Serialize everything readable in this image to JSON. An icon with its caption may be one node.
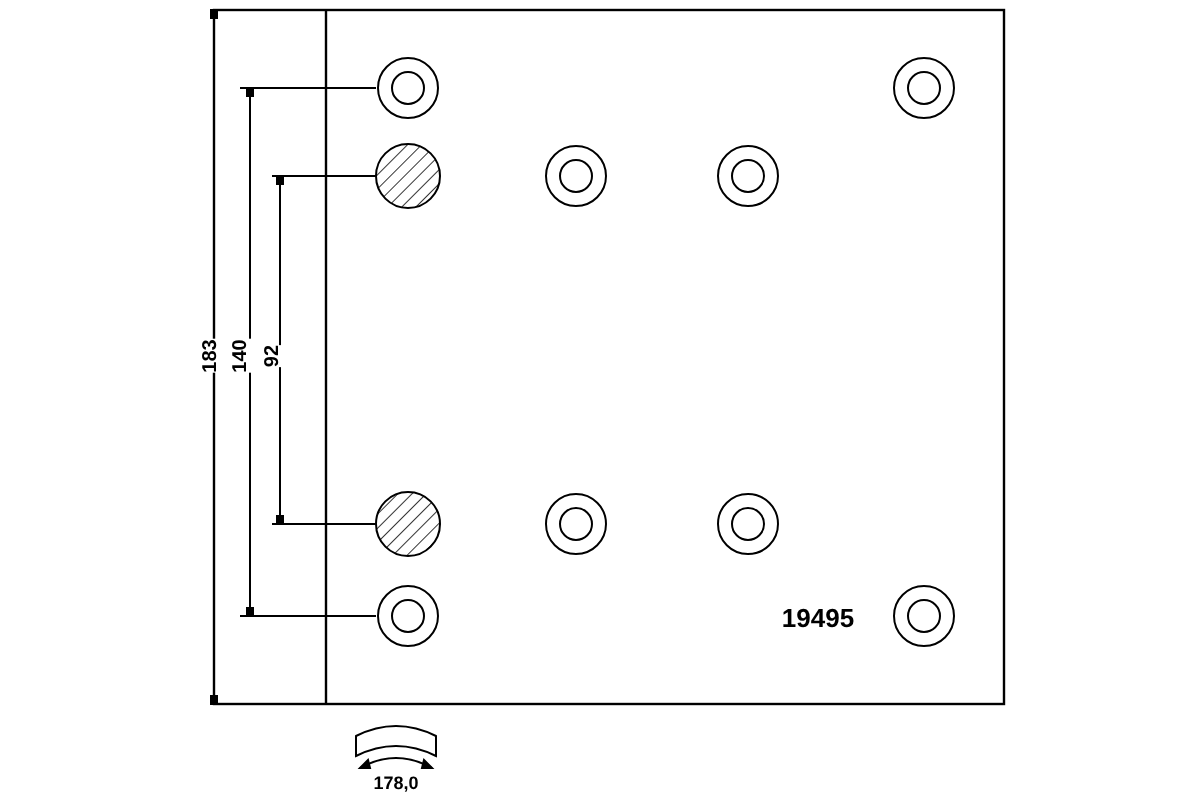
{
  "diagram": {
    "labels": [
      "183",
      "140",
      "92",
      "19495",
      "178,0"
    ]
  }
}
